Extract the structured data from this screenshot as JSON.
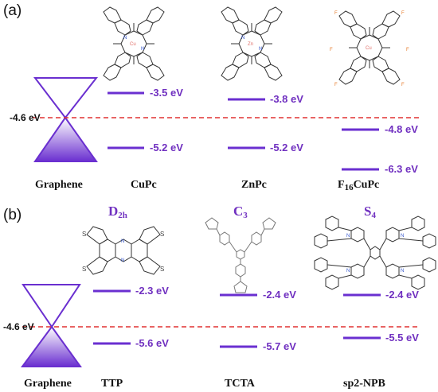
{
  "panel_a": {
    "label": "(a)",
    "graphene_label": "Graphene",
    "reference_level": "-4.6 eV",
    "molecules": [
      {
        "name": "CuPc",
        "lumo": "-3.5 eV",
        "homo": "-5.2 eV",
        "metal": "Cu"
      },
      {
        "name": "ZnPc",
        "lumo": "-3.8 eV",
        "homo": "-5.2 eV",
        "metal": "Zn"
      },
      {
        "name_main": "F",
        "name_sub": "16",
        "name_rest": "CuPc",
        "lumo": "-4.8 eV",
        "homo": "-6.3 eV",
        "metal": "Cu",
        "substituent": "F"
      }
    ]
  },
  "panel_b": {
    "label": "(b)",
    "graphene_label": "Graphene",
    "reference_level": "-4.6 eV",
    "molecules": [
      {
        "name": "TTP",
        "symmetry_main": "D",
        "symmetry_sub": "2h",
        "lumo": "-2.3 eV",
        "homo": "-5.6 eV",
        "atom_label": "S"
      },
      {
        "name": "TCTA",
        "symmetry_main": "C",
        "symmetry_sub": "3",
        "lumo": "-2.4 eV",
        "homo": "-5.7 eV"
      },
      {
        "name": "sp2-NPB",
        "symmetry_main": "S",
        "symmetry_sub": "4",
        "lumo": "-2.4 eV",
        "homo": "-5.5 eV"
      }
    ]
  },
  "atom_labels": {
    "nitrogen": "N"
  },
  "colors": {
    "level": "#6a2fd0",
    "dirac_line": "#e03030",
    "cone": "#7a3ee0",
    "accent_text": "#7030c0"
  }
}
